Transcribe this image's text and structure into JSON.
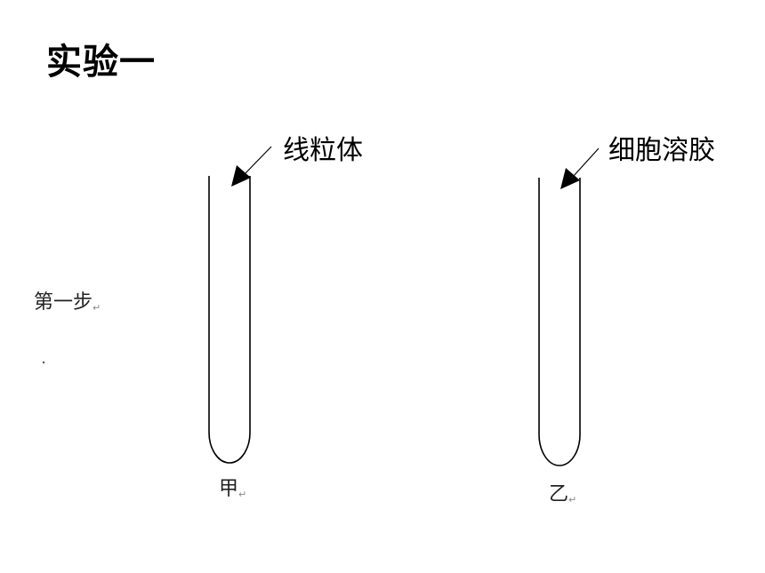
{
  "title": "实验一",
  "step_label": "第一步",
  "tube_a": {
    "caption": "甲",
    "pointer_label": "线粒体"
  },
  "tube_b": {
    "caption": "乙",
    "pointer_label": "细胞溶胶"
  },
  "return_mark": "↵",
  "colors": {
    "line": "#000000",
    "background": "#ffffff"
  }
}
